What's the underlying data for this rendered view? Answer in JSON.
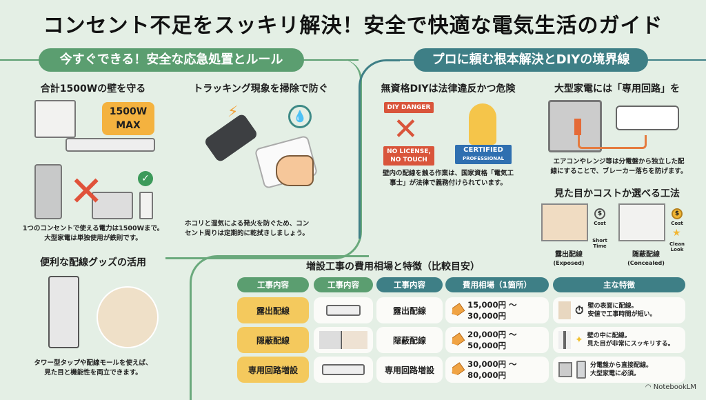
{
  "title": "コンセント不足をスッキリ解決！安全で快適な電気生活のガイド",
  "colors": {
    "background": "#e4efe5",
    "green_accent": "#5b9e70",
    "teal_accent": "#3e7f86",
    "yellow_cell": "#f4c95d",
    "orange_tag": "#f0a343",
    "danger_red": "#d9553b",
    "certified_blue": "#2f6fb0"
  },
  "left_section": {
    "header": "今すぐできる！安全な応急処置とルール",
    "panels": [
      {
        "title": "合計1500Wの壁を守る",
        "badge": "1500W MAX",
        "caption_lines": [
          "1つのコンセントで使える電力は1500Wまで。",
          "大型家電は単独使用が鉄則です。"
        ],
        "icons": [
          "wall-outlet-icon",
          "power-strip-icon",
          "refrigerator-icon",
          "microwave-icon",
          "red-x-icon",
          "green-check-icon"
        ]
      },
      {
        "title": "トラッキング現象を掃除で防ぐ",
        "caption_lines": [
          "ホコリと湿気による発火を防ぐため、コン",
          "セント周りは定期的に乾拭きしましょう。"
        ],
        "icons": [
          "plug-icon",
          "spark-icon",
          "no-water-icon",
          "cloth-hand-icon"
        ]
      },
      {
        "title": "便利な配線グッズの活用",
        "caption_lines": [
          "タワー型タップや配線モールを使えば、",
          "見た目と機能性を両立できます。"
        ],
        "icons": [
          "tower-tap-icon",
          "cable-molding-icon"
        ]
      }
    ]
  },
  "right_section": {
    "header": "プロに頼む根本解決とDIYの境界線",
    "panels": [
      {
        "title": "無資格DIYは法律違反かつ危険",
        "danger_badge_top": "DIY DANGER",
        "danger_badge_bottom_1": "NO LICENSE,",
        "danger_badge_bottom_2": "NO TOUCH",
        "certified_line_1": "CERTIFIED",
        "certified_line_2": "PROFESSIONAL",
        "caption_lines": [
          "壁内の配線を触る作業は、国家資格「電気工",
          "事士」が法律で義務付けられています。"
        ]
      },
      {
        "title": "大型家電には「専用回路」を",
        "caption_lines": [
          "エアコンやレンジ等は分電盤から独立した配",
          "線にすることで、ブレーカー落ちを防げます。"
        ],
        "icons": [
          "breaker-panel-icon",
          "air-conditioner-icon"
        ]
      },
      {
        "title": "見た目かコストか選べる工法",
        "methods": [
          {
            "name": "露出配線",
            "sub": "(Exposed)",
            "badges": [
              "Cost",
              "Short Time"
            ]
          },
          {
            "name": "隠蔽配線",
            "sub": "(Concealed)",
            "badges": [
              "Cost",
              "Clean Look"
            ]
          }
        ]
      }
    ]
  },
  "table": {
    "title": "増設工事の費用相場と特徴（比較目安）",
    "headers": [
      "工事内容",
      "工事内容",
      "工事内容",
      "費用相場（1箇所）",
      "主な特徴"
    ],
    "rows": [
      {
        "type": "露出配線",
        "name": "露出配線",
        "price": "15,000円 ～ 30,000円",
        "feature_1": "壁の表面に配線。",
        "feature_2": "安値で工事時間が短い。"
      },
      {
        "type": "隠蔽配線",
        "name": "隠蔽配線",
        "price": "20,000円 ～ 50,000円",
        "feature_1": "壁の中に配線。",
        "feature_2": "見た目が非常にスッキリする。"
      },
      {
        "type": "専用回路増設",
        "name": "専用回路増設",
        "price": "30,000円 ～ 80,000円",
        "feature_1": "分電盤から直接配線。",
        "feature_2": "大型家電に必須。"
      }
    ]
  },
  "footer": {
    "brand": "NotebookLM"
  }
}
